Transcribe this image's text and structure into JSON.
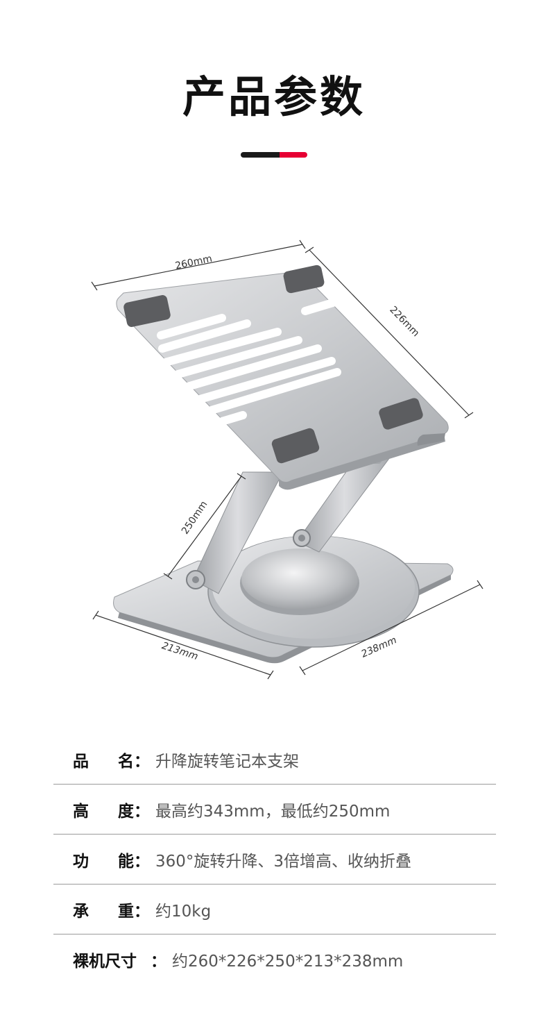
{
  "header": {
    "title": "产品参数"
  },
  "dimensions": {
    "top_width": "260mm",
    "top_depth": "226mm",
    "arm_length": "250mm",
    "base_width": "213mm",
    "base_depth": "238mm"
  },
  "specs": [
    {
      "label_a": "品",
      "label_b": "名",
      "colon": "：",
      "value": "升降旋转笔记本支架"
    },
    {
      "label_a": "高",
      "label_b": "度",
      "colon": "：",
      "value": "最高约343mm，最低约250mm"
    },
    {
      "label_a": "功",
      "label_b": "能",
      "colon": "：",
      "value": "360°旋转升降、3倍增高、收纳折叠"
    },
    {
      "label_a": "承",
      "label_b": "重",
      "colon": "：",
      "value": "约10kg"
    },
    {
      "label": "裸机尺寸",
      "colon": "：",
      "value": "约260*226*250*213*238mm"
    }
  ],
  "colors": {
    "accent_red": "#e60033",
    "accent_dark": "#1a1a1a",
    "aluminum": "#c9cbce"
  }
}
